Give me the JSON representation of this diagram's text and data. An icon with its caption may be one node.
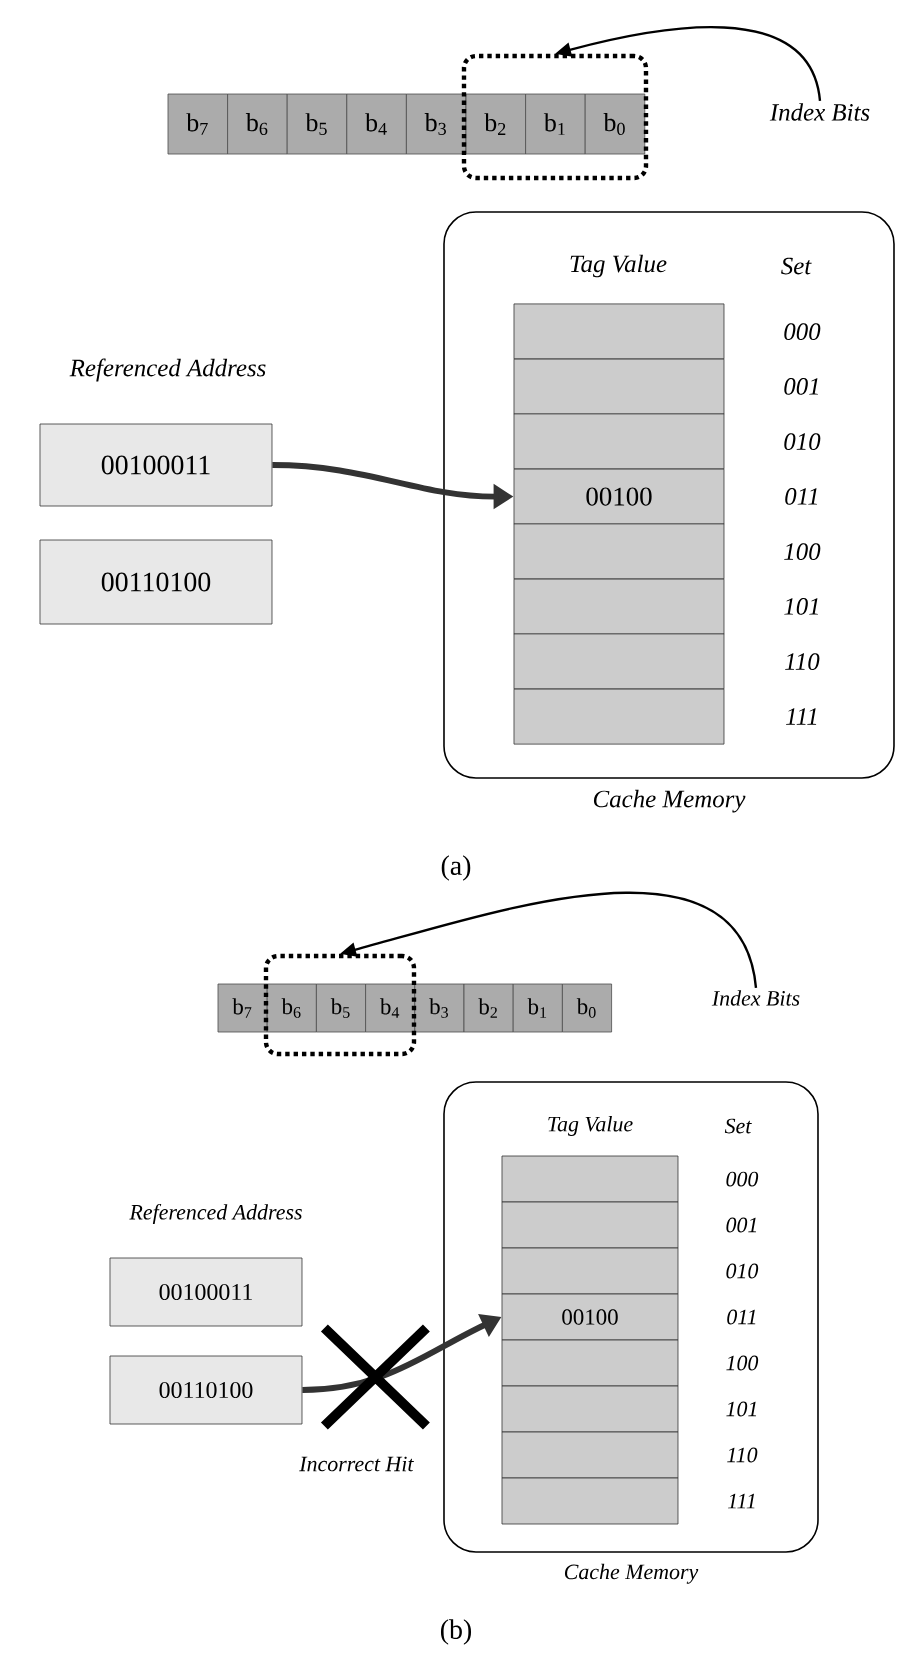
{
  "diagram": {
    "nodes": [
      {
        "text": [
          "b$_{7}$"
        ]
      },
      {
        "text": [
          "b$_{6}$"
        ]
      },
      {
        "text": [
          "b$_{5}$"
        ]
      },
      {
        "text": [
          "b$_{4}$"
        ]
      },
      {
        "text": [
          "b$_{3}$"
        ]
      },
      {
        "text": [
          "b$_{2}$"
        ],
        "in": 8
      },
      {
        "text": [
          "b$_{1}$"
        ],
        "in": 8
      },
      {
        "text": [
          "b$_{0}$"
        ],
        "in": 8
      },
      {
        "text": [],
        "shape": "box"
      },
      {
        "text": [
          "Index Bits"
        ]
      },
      {
        "text": [
          "00100011"
        ]
      },
      {
        "text": [
          "00110100"
        ]
      },
      {
        "text": [
          "Cache Memory"
        ]
      },
      {
        "text": [],
        "shape": "box",
        "in": 12
      },
      {
        "text": [],
        "shape": "box",
        "in": 12
      },
      {
        "text": [],
        "shape": "box",
        "in": 12
      },
      {
        "text": [
          "00100"
        ],
        "in": 12
      },
      {
        "text": [],
        "shape": "box",
        "in": 12
      },
      {
        "text": [],
        "shape": "box",
        "in": 12
      },
      {
        "text": [],
        "shape": "box",
        "in": 12
      },
      {
        "text": [],
        "shape": "box",
        "in": 12
      },
      {
        "text": [
          "b$_{7}$"
        ]
      },
      {
        "text": [
          "b$_{6}$"
        ],
        "in": 29
      },
      {
        "text": [
          "b$_{5}$"
        ],
        "in": 29
      },
      {
        "text": [
          "b$_{4}$"
        ],
        "in": 29
      },
      {
        "text": [
          "b$_{3}$"
        ]
      },
      {
        "text": [
          "b$_{2}$"
        ]
      },
      {
        "text": [
          "b$_{1}$"
        ]
      },
      {
        "text": [
          "b$_{0}$"
        ]
      },
      {
        "text": [],
        "shape": "box"
      },
      {
        "text": [
          "Index Bits"
        ]
      },
      {
        "text": [
          "00100011"
        ]
      },
      {
        "text": [
          "00110100"
        ]
      },
      {
        "text": [
          "Cache Memory"
        ]
      },
      {
        "text": [],
        "shape": "box",
        "in": 33
      },
      {
        "text": [],
        "shape": "box",
        "in": 33
      },
      {
        "text": [],
        "shape": "box",
        "in": 33
      },
      {
        "text": [
          "00100"
        ],
        "in": 33
      },
      {
        "text": [],
        "shape": "box",
        "in": 33
      },
      {
        "text": [],
        "shape": "box",
        "in": 33
      },
      {
        "text": [],
        "shape": "box",
        "in": 33
      },
      {
        "text": [],
        "shape": "box",
        "in": 33
      }
    ],
    "edges": [
      {
        "from": 9,
        "to": 8,
        "arrow": "to"
      },
      {
        "from": 10,
        "to": 16,
        "arrow": "to",
        "style": "thick"
      },
      {
        "from": 30,
        "to": 29,
        "arrow": "to"
      },
      {
        "from": 32,
        "to": 37,
        "arrow": "to",
        "style": "thick",
        "label": "Incorrect Hit"
      }
    ],
    "labels": [
      "Tag Value",
      "Set",
      "Referenced Address",
      "000",
      "001",
      "010",
      "011",
      "100",
      "101",
      "110",
      "111",
      "(a)",
      "Tag Value",
      "Set",
      "Referenced Address",
      "000",
      "001",
      "010",
      "011",
      "100",
      "101",
      "110",
      "111",
      "(b)"
    ]
  }
}
